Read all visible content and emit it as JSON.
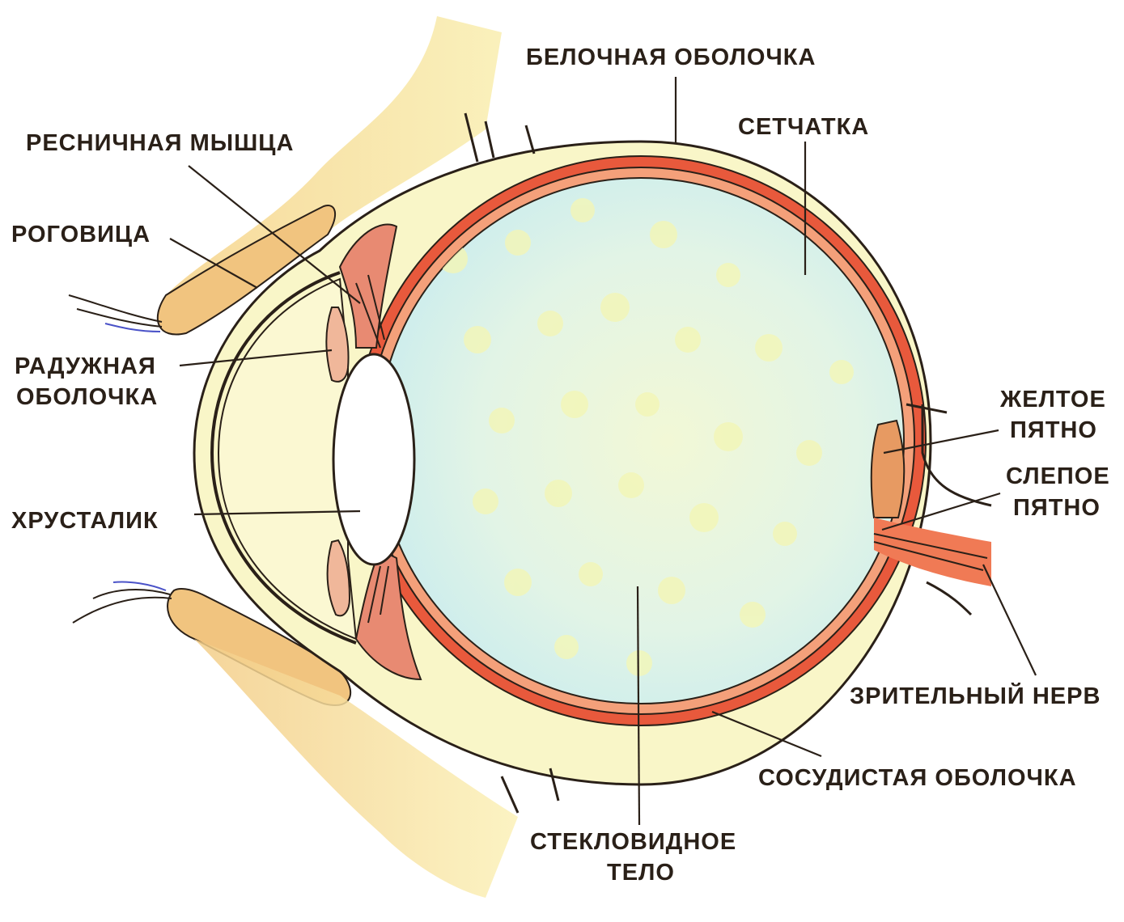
{
  "labels": {
    "sclera": "БЕЛОЧНАЯ ОБОЛОЧКА",
    "retina": "СЕТЧАТКА",
    "ciliary_muscle": "РЕСНИЧНАЯ МЫШЦА",
    "cornea": "РОГОВИЦА",
    "iris_line1": "РАДУЖНАЯ",
    "iris_line2": "ОБОЛОЧКА",
    "lens": "ХРУСТАЛИК",
    "macula_line1": "ЖЕЛТОЕ",
    "macula_line2": "ПЯТНО",
    "blind_spot_line1": "СЛЕПОЕ",
    "blind_spot_line2": "ПЯТНО",
    "optic_nerve": "ЗРИТЕЛЬНЫЙ НЕРВ",
    "choroid": "СОСУДИСТАЯ ОБОЛОЧКА",
    "vitreous_line1": "СТЕКЛОВИДНОЕ",
    "vitreous_line2": "ТЕЛО"
  },
  "colors": {
    "sclera": "#f9f6c8",
    "choroid": "#e8593c",
    "retina": "#f4a07a",
    "vitreous": "#ddf3ef",
    "skin": "#f1c47f",
    "lens": "#ffffff",
    "iris": "#f0b79a",
    "optic_nerve": "#f07a55",
    "lash_accent": "#4a52c8"
  }
}
